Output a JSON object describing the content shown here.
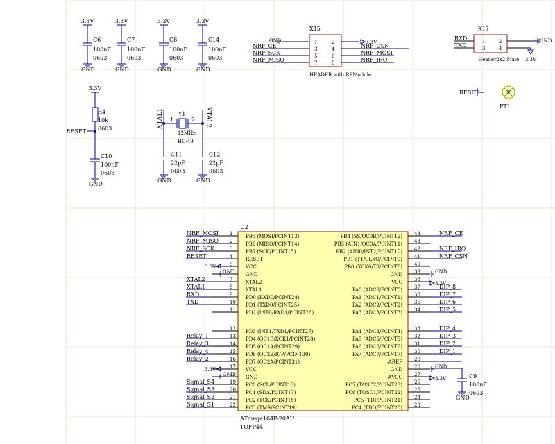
{
  "theme": {
    "wire": "#000080",
    "comp_outline": "#8b1a1a",
    "comp_fill": "#ffffb0",
    "pin": "#000000",
    "text": "#000000",
    "net_label": "#000080",
    "grid": "#f3e6c8"
  },
  "caps": [
    {
      "ref": "C6",
      "power": "3.3V",
      "value": "100nF",
      "pkg": "0603",
      "gnd": "GND"
    },
    {
      "ref": "C7",
      "power": "3.3V",
      "value": "100nF",
      "pkg": "0603",
      "gnd": "GND"
    },
    {
      "ref": "C8",
      "power": "3.3V",
      "value": "100nF",
      "pkg": "0603",
      "gnd": "GND"
    },
    {
      "ref": "C14",
      "power": "3.3V",
      "value": "100nF",
      "pkg": "0603",
      "gnd": "GND"
    }
  ],
  "reset_circuit": {
    "power": "3.3V",
    "r_ref": "R4",
    "r_value": "10k",
    "r_pkg": "0603",
    "net": "RESET",
    "c_ref": "C10",
    "c_value": "100nF",
    "c_pkg": "0603",
    "gnd": "GND"
  },
  "crystal": {
    "ref": "Y1",
    "freq": "12MHz",
    "pkg": "HC-49",
    "pin1": "1",
    "pin2": "2",
    "net1": "XTAL1",
    "net2": "XTAL2",
    "c1": {
      "ref": "C11",
      "value": "22pF",
      "pkg": "0603",
      "gnd": "GND"
    },
    "c2": {
      "ref": "C12",
      "value": "22pF",
      "pkg": "0603",
      "gnd": "GND"
    }
  },
  "x15": {
    "ref": "X15",
    "name": "HEADER with RFModule",
    "left": [
      {
        "net": "GND",
        "pin": "1"
      },
      {
        "net": "NRF_CE",
        "pin": "3"
      },
      {
        "net": "NRF_SCK",
        "pin": "5"
      },
      {
        "net": "NRF_MISO",
        "pin": "7"
      }
    ],
    "right": [
      {
        "net": "3.3V",
        "pin": "2"
      },
      {
        "net": "NRF_CSN",
        "pin": "4"
      },
      {
        "net": "NRF_MOSI",
        "pin": "6"
      },
      {
        "net": "NRF_IRQ",
        "pin": "8"
      }
    ]
  },
  "x17": {
    "ref": "X17",
    "name": "Header2x2 Male",
    "left": [
      {
        "net": "RXD",
        "pin": "1"
      },
      {
        "net": "TXD",
        "pin": "3"
      }
    ],
    "right": [
      {
        "net": "GND",
        "pin": "2"
      },
      {
        "net": "3.3V",
        "pin": "4"
      }
    ]
  },
  "pt1": {
    "ref": "PT1",
    "net": "RESET"
  },
  "u2": {
    "ref": "U2",
    "part": "ATmega164P-20AU",
    "pkg": "TQFP44",
    "left": [
      {
        "pin": "1",
        "name": "PB5 (MOSI/PCINT13)",
        "net": "NRF_MOSI"
      },
      {
        "pin": "2",
        "name": "PB6 (MISO/PCINT14)",
        "net": "NRF_MISO"
      },
      {
        "pin": "3",
        "name": "PB7 (SCK/PCINT15)",
        "net": "NRF_SCK"
      },
      {
        "pin": "4",
        "name": "RESET",
        "net": "RESET"
      },
      {
        "pin": "5",
        "name": "VCC",
        "net": "3.3V"
      },
      {
        "pin": "6",
        "name": "GND",
        "net": "GND"
      },
      {
        "pin": "7",
        "name": "XTAL2",
        "net": "XTAL2"
      },
      {
        "pin": "8",
        "name": "XTAL1",
        "net": "XTAL1"
      },
      {
        "pin": "9",
        "name": "PD0 (RXD0/PCINT24)",
        "net": "RXD"
      },
      {
        "pin": "10",
        "name": "PD1 (TXD0/PCINT25)",
        "net": "TXD"
      },
      {
        "pin": "11",
        "name": "PD2 (INT0/RXD1/PCINT26)",
        "net": ""
      },
      {
        "pin": "12",
        "name": "PD3 (INT1/TXD1/PCINT27)",
        "net": ""
      },
      {
        "pin": "13",
        "name": "PD4 (OC1B/XCK1/PCINT28)",
        "net": "Relay_1"
      },
      {
        "pin": "14",
        "name": "PD5 (OC1A/PCINT29)",
        "net": "Relay_3"
      },
      {
        "pin": "15",
        "name": "PD6 (OC2B/ICP/PCINT30)",
        "net": "Relay_4"
      },
      {
        "pin": "16",
        "name": "PD7 (OC2A/PCINT31)",
        "net": "Relay_2"
      },
      {
        "pin": "17",
        "name": "VCC",
        "net": "3.3V"
      },
      {
        "pin": "18",
        "name": "GND",
        "net": "GND"
      },
      {
        "pin": "19",
        "name": "PC0 (SCL/PCINT16)",
        "net": "Signal_S4"
      },
      {
        "pin": "20",
        "name": "PC1 (SDA/PCINT17)",
        "net": "Signal_S3"
      },
      {
        "pin": "21",
        "name": "PC2 (TCK/PCINT18)",
        "net": "Signal_S2"
      },
      {
        "pin": "22",
        "name": "PC3 (TMS/PCINT19)",
        "net": "Signal_S1"
      }
    ],
    "right": [
      {
        "pin": "44",
        "name": "PB4 (SS/OC0B/PCINT12)",
        "net": "NRF_CE"
      },
      {
        "pin": "43",
        "name": "PB3 (AIN1/OC0A/PCINT11)",
        "net": ""
      },
      {
        "pin": "42",
        "name": "PB2 (AIN0/INT2/PCINT10)",
        "net": "NRF_IRQ"
      },
      {
        "pin": "41",
        "name": "PB1 (T1/CLKO/PCINT9)",
        "net": "NRF_CSN"
      },
      {
        "pin": "40",
        "name": "PB0 (XCK0/T0/PCINT8)",
        "net": ""
      },
      {
        "pin": "39",
        "name": "GND",
        "net": "GND"
      },
      {
        "pin": "38",
        "name": "VCC",
        "net": "3.3V"
      },
      {
        "pin": "37",
        "name": "PA0 (ADC0/PCINT0)",
        "net": "DIP_8"
      },
      {
        "pin": "36",
        "name": "PA1 (ADC1/PCINT1)",
        "net": "DIP_7"
      },
      {
        "pin": "35",
        "name": "PA2 (ADC2/PCINT2)",
        "net": "DIP_6"
      },
      {
        "pin": "34",
        "name": "PA3 (ADC3/PCINT3)",
        "net": "DIP_5"
      },
      {
        "pin": "33",
        "name": "PA4 (ADC4/PCINT4)",
        "net": "DIP_4"
      },
      {
        "pin": "32",
        "name": "PA5 (ADC5/PCINT5)",
        "net": "DIP_3"
      },
      {
        "pin": "31",
        "name": "PA6 (ADC6/PCINT6)",
        "net": "DIP_2"
      },
      {
        "pin": "30",
        "name": "PA7 (ADC7/PCINT7)",
        "net": "DIP_1"
      },
      {
        "pin": "29",
        "name": "AREF",
        "net": ""
      },
      {
        "pin": "28",
        "name": "GND",
        "net": "GND"
      },
      {
        "pin": "27",
        "name": "AVCC",
        "net": "3.3V"
      },
      {
        "pin": "26",
        "name": "PC7 (TOSC2/PCINT23)",
        "net": ""
      },
      {
        "pin": "25",
        "name": "PC6 (TOSC1/PCINT22)",
        "net": ""
      },
      {
        "pin": "24",
        "name": "PC5 (TDI/PCINT21)",
        "net": ""
      },
      {
        "pin": "23",
        "name": "PC4 (TDO/PCINT20)",
        "net": ""
      }
    ],
    "c9": {
      "ref": "C9",
      "value": "100nF",
      "pkg": "0603",
      "gnd": "GND"
    }
  }
}
